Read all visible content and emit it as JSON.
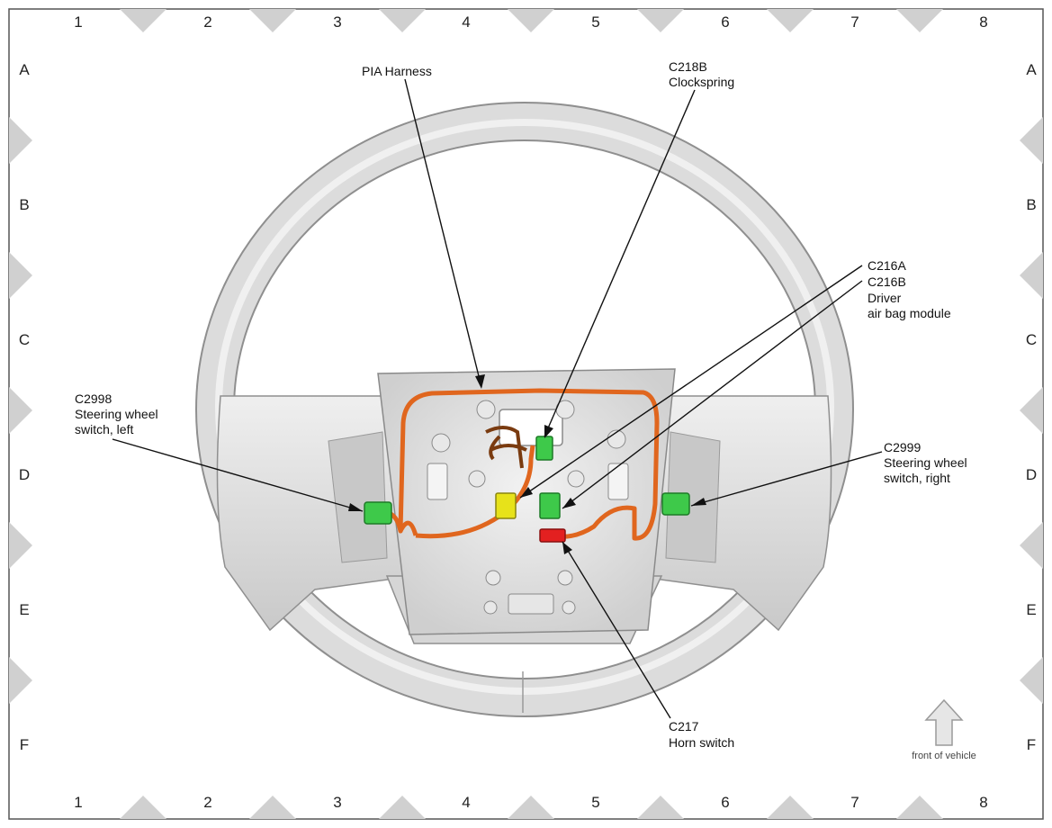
{
  "grid": {
    "columns": [
      "1",
      "2",
      "3",
      "4",
      "5",
      "6",
      "7",
      "8"
    ],
    "rows": [
      "A",
      "B",
      "C",
      "D",
      "E",
      "F"
    ]
  },
  "callouts": {
    "pia_harness": {
      "line1": "PIA Harness"
    },
    "c218b": {
      "line1": "C218B",
      "line2": "Clockspring"
    },
    "c216a": {
      "line1": "C216A"
    },
    "c216b": {
      "line1": "C216B",
      "line2": "Driver",
      "line3": "air bag module"
    },
    "c2998": {
      "line1": "C2998",
      "line2": "Steering wheel",
      "line3": "switch, left"
    },
    "c2999": {
      "line1": "C2999",
      "line2": "Steering wheel",
      "line3": "switch, right"
    },
    "c217": {
      "line1": "C217",
      "line2": "Horn switch"
    }
  },
  "orientation": {
    "label": "front of vehicle",
    "icon": "arrow-up-icon"
  },
  "colors": {
    "harness": "#e0661e",
    "connector_green": "#3ec94a",
    "connector_yellow": "#e7e21a",
    "connector_red": "#e32020",
    "wheel": "#d9d9d9",
    "marker": "#d0d0d0"
  }
}
